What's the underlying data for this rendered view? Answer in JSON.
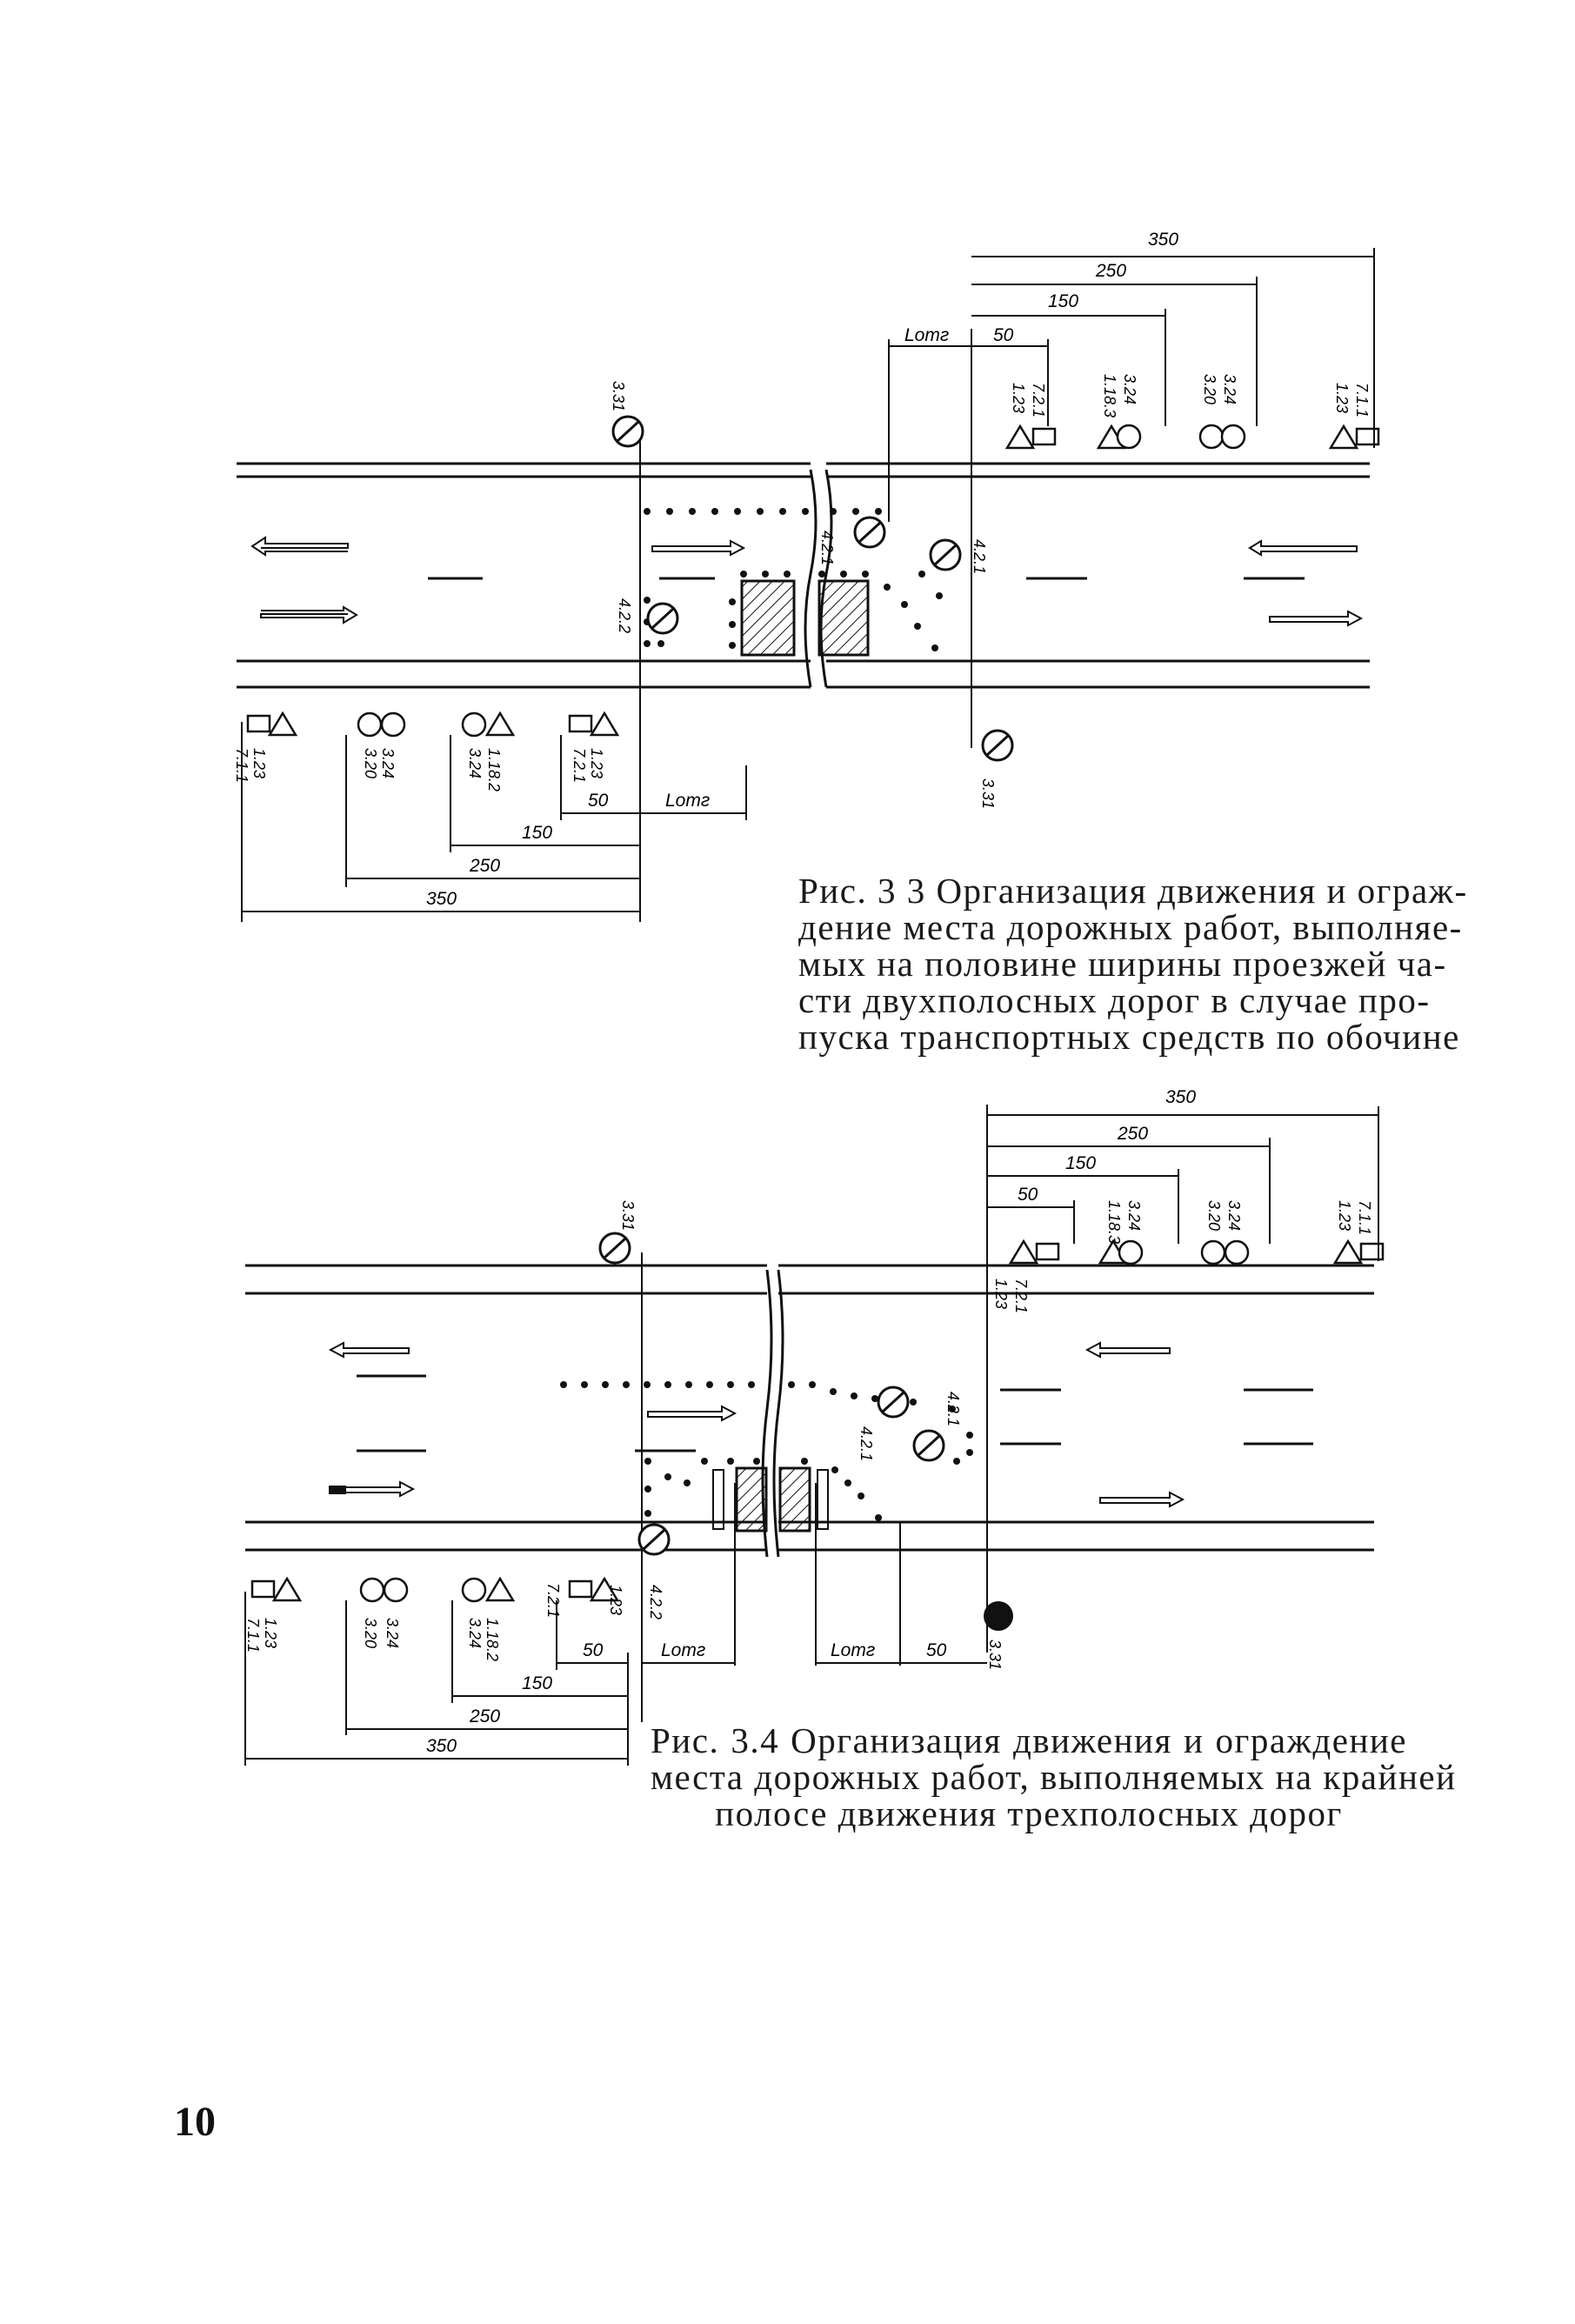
{
  "page": {
    "number": "10"
  },
  "figure1": {
    "caption_lines": [
      "Рис. 3 3 Организация движения и ограж-",
      "дение места дорожных работ, выполняе-",
      "мых на половине ширины проезжей ча-",
      "сти двухполосных дорог в случае про-",
      "пуска транспортных средств по обочине"
    ],
    "top_dims": [
      "350",
      "250",
      "150",
      "50"
    ],
    "top_gap_label": "Lотг",
    "bottom_dims": [
      "350",
      "250",
      "150",
      "50"
    ],
    "bottom_gap_label": "Lотг",
    "sign_labels_top": [
      "3.31",
      "1.23",
      "7.2.1",
      "1.18.3",
      "3.24",
      "3.20",
      "3.24",
      "1.23",
      "7.1.1"
    ],
    "sign_labels_bottom": [
      "1.23",
      "7.1.1",
      "3.20",
      "3.24",
      "1.18.2",
      "3.24",
      "1.23",
      "7.2.1",
      "3.31"
    ],
    "road_labels": [
      "4.2.2",
      "4.2.1",
      "4.2.1"
    ]
  },
  "figure2": {
    "caption_lines": [
      "Рис.  3.4  Организация  движения  и  ограждение",
      "места  дорожных  работ,  выполняемых  на  крайней",
      "полосе  движения  трехполосных  дорог"
    ],
    "top_dims": [
      "350",
      "250",
      "150",
      "50"
    ],
    "bottom_dims": [
      "350",
      "250",
      "150",
      "50",
      "50"
    ],
    "bottom_gap_labels": [
      "Lотг",
      "Lотг"
    ],
    "sign_labels_top": [
      "3.31",
      "1.23",
      "7.2.1",
      "1.18.3",
      "3.24",
      "3.20",
      "3.24",
      "1.23",
      "7.1.1"
    ],
    "sign_labels_bottom": [
      "1.23",
      "7.1.1",
      "3.20",
      "3.24",
      "1.18.2",
      "3.24",
      "7.2.1",
      "1.23",
      "4.2.2",
      "3.31"
    ],
    "road_labels": [
      "4.2.1",
      "4.2.1"
    ]
  },
  "colors": {
    "ink": "#111111",
    "paper": "#ffffff"
  }
}
